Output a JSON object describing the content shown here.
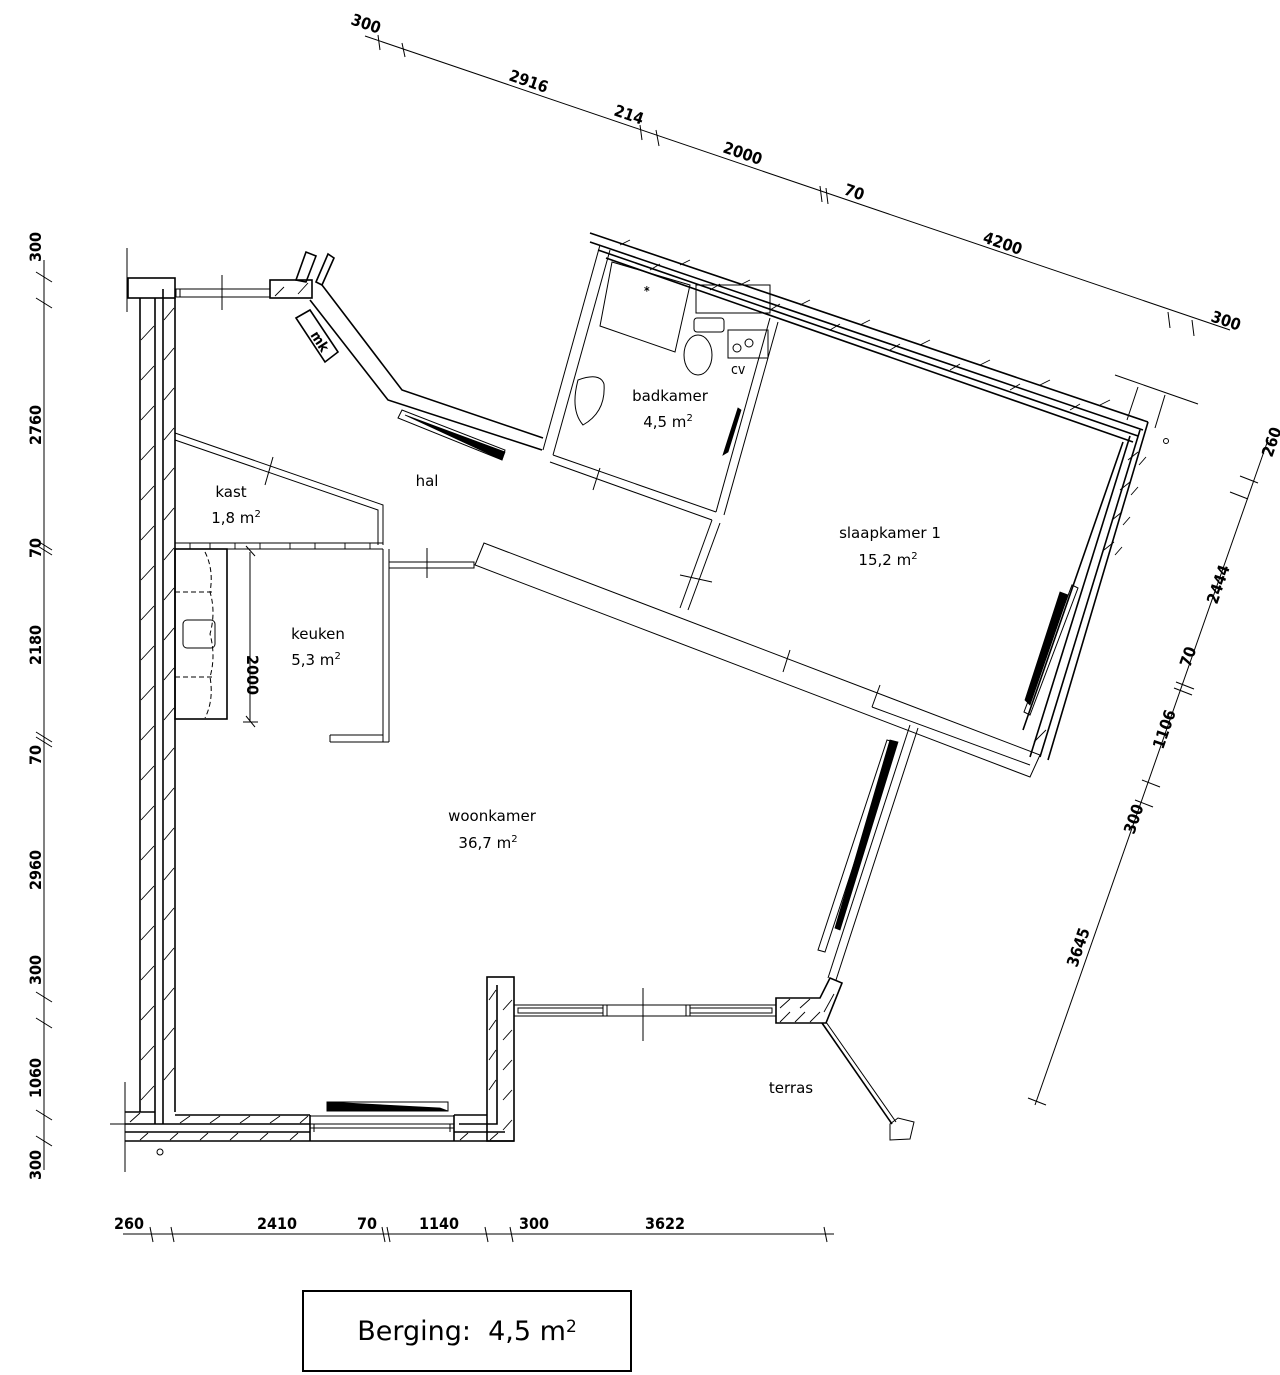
{
  "rooms": {
    "badkamer": {
      "name": "badkamer",
      "area": "4,5 m",
      "unit_sup": "2"
    },
    "hal": {
      "name": "hal"
    },
    "kast": {
      "name": "kast",
      "area": "1,8 m",
      "unit_sup": "2"
    },
    "keuken": {
      "name": "keuken",
      "area": "5,3 m",
      "unit_sup": "2"
    },
    "slaapkamer": {
      "name": "slaapkamer 1",
      "area": "15,2 m",
      "unit_sup": "2"
    },
    "woonkamer": {
      "name": "woonkamer",
      "area": "36,7 m",
      "unit_sup": "2"
    },
    "terras": {
      "name": "terras"
    }
  },
  "fixtures": {
    "meterkast": "mk",
    "cv": "cv",
    "kitchen_counter_length": "2000"
  },
  "dimensions": {
    "top_diagonal": [
      "300",
      "2916",
      "214",
      "2000",
      "70",
      "4200",
      "300"
    ],
    "left_vertical": [
      "300",
      "2760",
      "70",
      "2180",
      "70",
      "2960",
      "300",
      "1060",
      "300"
    ],
    "bottom_horizontal": [
      "260",
      "2410",
      "70",
      "1140",
      "300",
      "3622"
    ],
    "right_diagonal": [
      "260",
      "2444",
      "70",
      "1106",
      "300",
      "3645"
    ]
  },
  "storage_box": {
    "label": "Berging:",
    "value": "4,5 m",
    "unit_sup": "2"
  }
}
